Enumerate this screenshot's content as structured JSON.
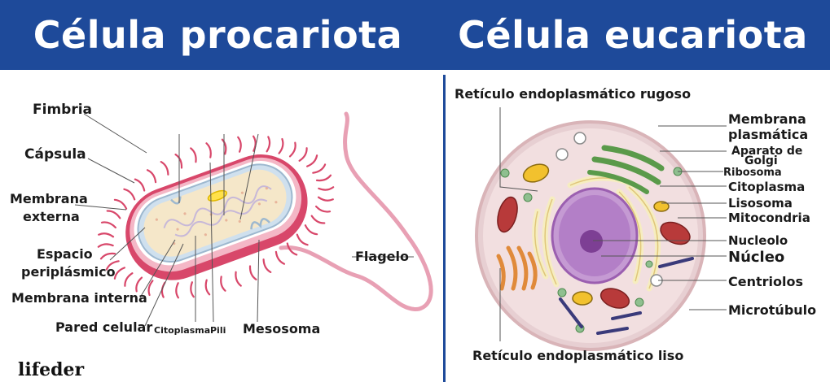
{
  "header": {
    "left_title": "Célula procariota",
    "right_title": "Célula eucariota"
  },
  "prokaryote": {
    "labels": {
      "fimbria": "Fimbria",
      "capsula": "Cápsula",
      "membrana_externa_1": "Membrana",
      "membrana_externa_2": "externa",
      "espacio_1": "Espacio",
      "espacio_2": "periplásmico",
      "membrana_interna": "Membrana interna",
      "pared_celular": "Pared celular",
      "citoplasma": "Citoplasma",
      "pili": "Pili",
      "mesosoma": "Mesosoma",
      "flagelo": "Flagelo"
    }
  },
  "eukaryote": {
    "labels": {
      "rer": "Retículo endoplasmático rugoso",
      "membrana_1": "Membrana",
      "membrana_2": "plasmática",
      "golgi_1": "Aparato de",
      "golgi_2": "Golgi",
      "ribosoma": "Ribosoma",
      "citoplasma": "Citoplasma",
      "lisosoma": "Lisosoma",
      "mitocondria": "Mitocondria",
      "nucleolo": "Nucleolo",
      "nucleo": "Núcleo",
      "centriolos": "Centriolos",
      "microtubulo": "Microtúbulo",
      "rel": "Retículo endoplasmático liso"
    }
  },
  "logo": {
    "text": "lifeder"
  },
  "colors": {
    "header_blue": "#1e4a9a",
    "capsule_pink": "#d8476a",
    "cell_cytoplasm": "#f1dcdc",
    "nucleus_purple": "#9b5fb0",
    "golgi_green": "#5a9a4a"
  }
}
